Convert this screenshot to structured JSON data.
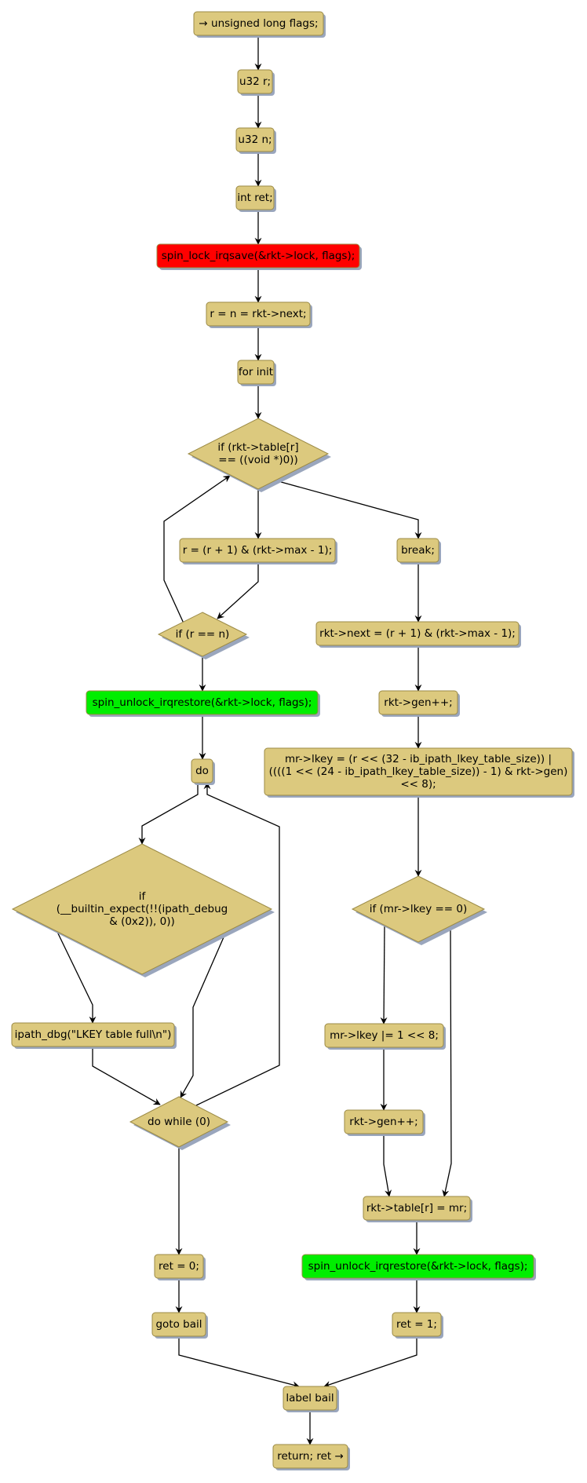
{
  "diagram": {
    "type": "flowchart",
    "colors": {
      "default_fill": "#dcc97e",
      "border": "#9b8a45",
      "shadow": "#9aa6bd",
      "lock_fill": "#ff0000",
      "unlock_fill": "#00ee00",
      "edge": "#000000"
    },
    "nodes": [
      {
        "id": "n_flags",
        "shape": "box",
        "kind": "default",
        "lines": [
          "→ unsigned long flags;"
        ]
      },
      {
        "id": "n_u32r",
        "shape": "box",
        "kind": "default",
        "lines": [
          "u32 r;"
        ]
      },
      {
        "id": "n_u32n",
        "shape": "box",
        "kind": "default",
        "lines": [
          "u32 n;"
        ]
      },
      {
        "id": "n_intret",
        "shape": "box",
        "kind": "default",
        "lines": [
          "int ret;"
        ]
      },
      {
        "id": "n_lock",
        "shape": "box",
        "kind": "lock",
        "lines": [
          "spin_lock_irqsave(&rkt->lock, flags);"
        ]
      },
      {
        "id": "n_rnext",
        "shape": "box",
        "kind": "default",
        "lines": [
          "r = n = rkt->next;"
        ]
      },
      {
        "id": "n_forinit",
        "shape": "box",
        "kind": "default",
        "lines": [
          "for init"
        ]
      },
      {
        "id": "n_iftable",
        "shape": "diamond",
        "kind": "default",
        "lines": [
          "if (rkt->table[r]",
          "== ((void *)0))"
        ]
      },
      {
        "id": "n_rinc",
        "shape": "box",
        "kind": "default",
        "lines": [
          "r = (r + 1) & (rkt->max - 1);"
        ]
      },
      {
        "id": "n_break",
        "shape": "box",
        "kind": "default",
        "lines": [
          "break;"
        ]
      },
      {
        "id": "n_ifrn",
        "shape": "diamond",
        "kind": "default",
        "lines": [
          "if (r == n)"
        ]
      },
      {
        "id": "n_unlock1",
        "shape": "box",
        "kind": "unlock",
        "lines": [
          "spin_unlock_irqrestore(&rkt->lock, flags);"
        ]
      },
      {
        "id": "n_nextset",
        "shape": "box",
        "kind": "default",
        "lines": [
          "rkt->next = (r + 1) & (rkt->max - 1);"
        ]
      },
      {
        "id": "n_gen1",
        "shape": "box",
        "kind": "default",
        "lines": [
          "rkt->gen++;"
        ]
      },
      {
        "id": "n_lkey",
        "shape": "box",
        "kind": "default",
        "lines": [
          "mr->lkey = (r << (32 - ib_ipath_lkey_table_size)) |",
          "((((1 << (24 - ib_ipath_lkey_table_size)) - 1) & rkt->gen)",
          "<< 8);"
        ]
      },
      {
        "id": "n_do",
        "shape": "box",
        "kind": "default",
        "lines": [
          "do"
        ]
      },
      {
        "id": "n_ifdebug",
        "shape": "diamond",
        "kind": "default",
        "lines": [
          "if",
          "(__builtin_expect(!!(ipath_debug",
          "& (0x2)), 0))"
        ]
      },
      {
        "id": "n_iflkey",
        "shape": "diamond",
        "kind": "default",
        "lines": [
          "if (mr->lkey == 0)"
        ]
      },
      {
        "id": "n_dbg",
        "shape": "box",
        "kind": "default",
        "lines": [
          "ipath_dbg(\"LKEY table full\\n\")"
        ]
      },
      {
        "id": "n_lkeyor",
        "shape": "box",
        "kind": "default",
        "lines": [
          "mr->lkey |= 1 << 8;"
        ]
      },
      {
        "id": "n_dowhile",
        "shape": "diamond",
        "kind": "default",
        "lines": [
          "do while (0)"
        ]
      },
      {
        "id": "n_gen2",
        "shape": "box",
        "kind": "default",
        "lines": [
          "rkt->gen++;"
        ]
      },
      {
        "id": "n_tableset",
        "shape": "box",
        "kind": "default",
        "lines": [
          "rkt->table[r] = mr;"
        ]
      },
      {
        "id": "n_ret0",
        "shape": "box",
        "kind": "default",
        "lines": [
          "ret = 0;"
        ]
      },
      {
        "id": "n_unlock2",
        "shape": "box",
        "kind": "unlock",
        "lines": [
          "spin_unlock_irqrestore(&rkt->lock, flags);"
        ]
      },
      {
        "id": "n_goto",
        "shape": "box",
        "kind": "default",
        "lines": [
          "goto bail"
        ]
      },
      {
        "id": "n_ret1",
        "shape": "box",
        "kind": "default",
        "lines": [
          "ret = 1;"
        ]
      },
      {
        "id": "n_label",
        "shape": "box",
        "kind": "default",
        "lines": [
          "label bail"
        ]
      },
      {
        "id": "n_return",
        "shape": "box",
        "kind": "default",
        "lines": [
          "return; ret →"
        ]
      }
    ],
    "edges": [
      {
        "from": "n_flags",
        "to": "n_u32r"
      },
      {
        "from": "n_u32r",
        "to": "n_u32n"
      },
      {
        "from": "n_u32n",
        "to": "n_intret"
      },
      {
        "from": "n_intret",
        "to": "n_lock"
      },
      {
        "from": "n_lock",
        "to": "n_rnext"
      },
      {
        "from": "n_rnext",
        "to": "n_forinit"
      },
      {
        "from": "n_forinit",
        "to": "n_iftable"
      },
      {
        "from": "n_iftable",
        "to": "n_rinc"
      },
      {
        "from": "n_iftable",
        "to": "n_break"
      },
      {
        "from": "n_rinc",
        "to": "n_ifrn"
      },
      {
        "from": "n_ifrn",
        "to": "n_iftable"
      },
      {
        "from": "n_ifrn",
        "to": "n_unlock1"
      },
      {
        "from": "n_break",
        "to": "n_nextset"
      },
      {
        "from": "n_nextset",
        "to": "n_gen1"
      },
      {
        "from": "n_gen1",
        "to": "n_lkey"
      },
      {
        "from": "n_lkey",
        "to": "n_iflkey"
      },
      {
        "from": "n_unlock1",
        "to": "n_do"
      },
      {
        "from": "n_do",
        "to": "n_ifdebug"
      },
      {
        "from": "n_ifdebug",
        "to": "n_dbg"
      },
      {
        "from": "n_ifdebug",
        "to": "n_dowhile"
      },
      {
        "from": "n_dbg",
        "to": "n_dowhile"
      },
      {
        "from": "n_dowhile",
        "to": "n_do"
      },
      {
        "from": "n_dowhile",
        "to": "n_ret0"
      },
      {
        "from": "n_iflkey",
        "to": "n_lkeyor"
      },
      {
        "from": "n_iflkey",
        "to": "n_tableset"
      },
      {
        "from": "n_lkeyor",
        "to": "n_gen2"
      },
      {
        "from": "n_gen2",
        "to": "n_tableset"
      },
      {
        "from": "n_tableset",
        "to": "n_unlock2"
      },
      {
        "from": "n_ret0",
        "to": "n_goto"
      },
      {
        "from": "n_unlock2",
        "to": "n_ret1"
      },
      {
        "from": "n_goto",
        "to": "n_label"
      },
      {
        "from": "n_ret1",
        "to": "n_label"
      },
      {
        "from": "n_label",
        "to": "n_return"
      }
    ]
  }
}
